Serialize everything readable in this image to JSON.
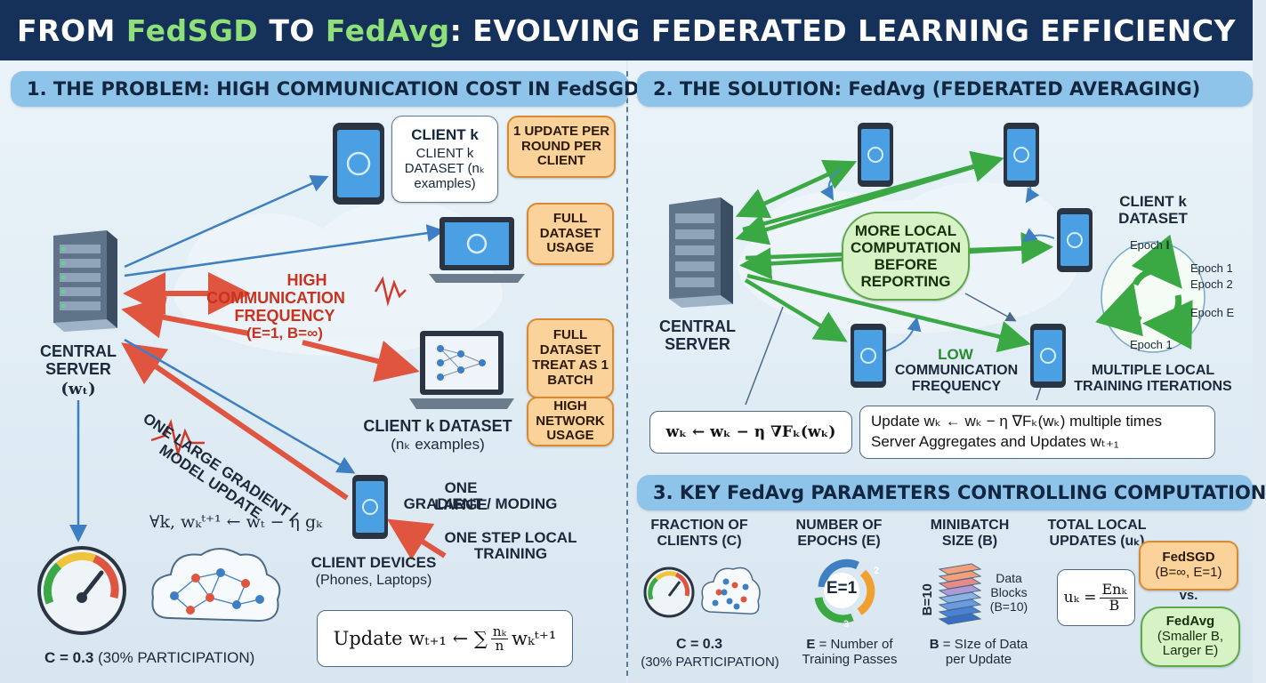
{
  "title": {
    "part1": "FROM ",
    "fedsgd": "FedSGD",
    "part2": " TO ",
    "fedavg": "FedAvg",
    "part3": ": EVOLVING FEDERATED LEARNING EFFICIENCY"
  },
  "problem": {
    "header": "1. THE PROBLEM: HIGH COMMUNICATION COST IN FedSGD",
    "server_label": "CENTRAL SERVER",
    "server_param": "(wₜ)",
    "client_bubble_title": "CLIENT k",
    "client_bubble_text": "CLIENT k DATASET (nₖ examples)",
    "update_bubble": "1 UPDATE PER ROUND PER CLIENT",
    "full_dataset_bubble": "FULL DATASET USAGE",
    "treat_batch_bubble": "FULL DATASET TREAT AS 1 BATCH",
    "network_bubble": "HIGH NETWORK USAGE",
    "high_comm_1": "HIGH",
    "high_comm_2": "COMMUNICATION",
    "high_comm_3": "FREQUENCY",
    "high_comm_4": "(E=1, B=∞)",
    "client_dataset_label": "CLIENT k DATASET",
    "client_dataset_sub": "(nₖ examples)",
    "gradient_diag": "ONE LARGE GRADIENT / MODEL UPDATE",
    "one_large": "ONE LARGE",
    "gradient_moding": "GRADIENT / MODING",
    "one_step": "ONE STEP LOCAL",
    "training": "TRAINING",
    "client_devices": "CLIENT DEVICES",
    "client_devices_sub": "(Phones, Laptops)",
    "local_update": "∀k, wₖᵗ⁺¹ ← wₜ − η gₖ",
    "c_label_bold": "C = 0.3",
    "c_label_rest": " (30% PARTICIPATION)",
    "aggregate_prefix": "Update wₜ₊₁ ← ∑",
    "aggregate_frac_num": "nₖ",
    "aggregate_frac_den": "n",
    "aggregate_suffix": "wₖᵗ⁺¹"
  },
  "solution": {
    "header": "2. THE SOLUTION: FedAvg (FEDERATED AVERAGING)",
    "server_label": "CENTRAL SERVER",
    "more_local": "MORE LOCAL COMPUTATION BEFORE REPORTING",
    "client_dataset": "CLIENT k DATASET",
    "epoch_top": "Epoch 𝐈",
    "epoch_1": "Epoch 1",
    "epoch_2": "Epoch 2",
    "epoch_e": "Epoch E",
    "epoch_bottom": "Epoch 1",
    "low": "LOW",
    "low_comm": "COMMUNICATION FREQUENCY",
    "multiple_local": "MULTIPLE LOCAL TRAINING ITERATIONS",
    "local_formula": "wₖ ← wₖ − η ∇Fₖ(wₖ)",
    "update_multi": "Update wₖ ← wₖ − η ∇Fₖ(wₖ) multiple times",
    "server_agg": "Server Aggregates and Updates wₜ₊₁"
  },
  "params": {
    "header": "3. KEY FedAvg PARAMETERS CONTROLLING COMPUTATION",
    "fraction_title": "FRACTION OF CLIENTS (C)",
    "fraction_value": "C = 0.3",
    "fraction_sub": "(30% PARTICIPATION)",
    "epochs_title": "NUMBER OF EPOCHS (E)",
    "epochs_badge": "E=1",
    "epochs_desc_bold": "E",
    "epochs_desc": " = Number of Training Passes",
    "cycle_2": "2",
    "cycle_3": "3",
    "minibatch_title": "MINIBATCH SIZE (B)",
    "b_vertical": "B=10",
    "data_blocks": "Data Blocks (B=10)",
    "minibatch_desc_bold": "B",
    "minibatch_desc": " = SIze of Data per Update",
    "total_title": "TOTAL LOCAL UPDATES (uₖ)",
    "total_formula_lhs": "uₖ =",
    "total_formula_num": "Enₖ",
    "total_formula_den": "B",
    "fedsgd_name": "FedSGD",
    "fedsgd_params": "(B=∞, E=1)",
    "vs": "vs.",
    "fedavg_name": "FedAvg",
    "fedavg_params": "(Smaller B, Larger E)"
  },
  "colors": {
    "header_bg": "#15315a",
    "highlight": "#8fe07a",
    "band": "#8fc4ea",
    "red_arrow": "#e0553f",
    "blue_arrow": "#3d7fc2",
    "green_arrow": "#3aa843",
    "orange_bubble": "#fbd29a"
  }
}
